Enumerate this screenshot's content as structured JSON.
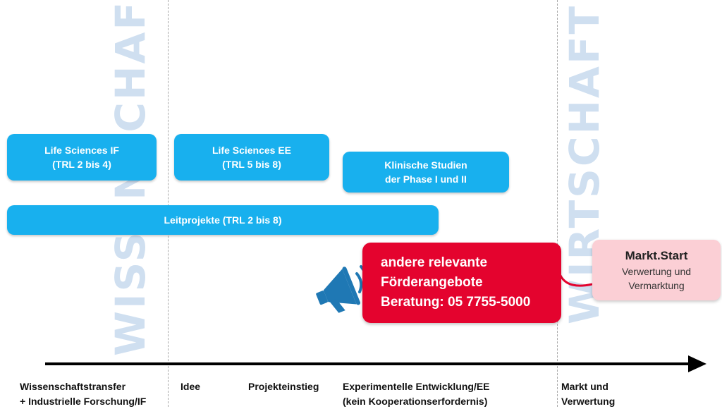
{
  "watermarks": {
    "left": "WISSENSCHAFT",
    "right": "WIRTSCHAFT"
  },
  "programs": {
    "life_sciences_if": {
      "line1": "Life Sciences IF",
      "line2": "(TRL 2 bis 4)"
    },
    "life_sciences_ee": {
      "line1": "Life Sciences EE",
      "line2": "(TRL 5 bis 8)"
    },
    "klinische_studien": {
      "line1": "Klinische Studien",
      "line2": "der Phase I und II"
    },
    "leitprojekte": {
      "label": "Leitprojekte (TRL 2 bis 8)"
    }
  },
  "callout": {
    "icon": "megaphone-icon",
    "line1": "andere relevante",
    "line2": "Förderangebote",
    "line3": "Beratung: 05 7755-5000"
  },
  "markt_start": {
    "title": "Markt.Start",
    "line1": "Verwertung und",
    "line2": "Vermarktung"
  },
  "phases": [
    {
      "line1": "Wissenschaftstransfer",
      "line2": "+ Industrielle Forschung/IF"
    },
    {
      "line1": "Idee",
      "line2": ""
    },
    {
      "line1": "Projekteinstieg",
      "line2": ""
    },
    {
      "line1": "Experimentelle Entwicklung/EE",
      "line2": "(kein Kooperationserfordernis)"
    },
    {
      "line1": "Markt und",
      "line2": "Verwertung"
    }
  ],
  "colors": {
    "program_box": "#18b0ee",
    "callout": "#e4032e",
    "markt_start": "#fbcfd5",
    "watermark": "#cfdff0",
    "icon": "#1f78b4"
  }
}
